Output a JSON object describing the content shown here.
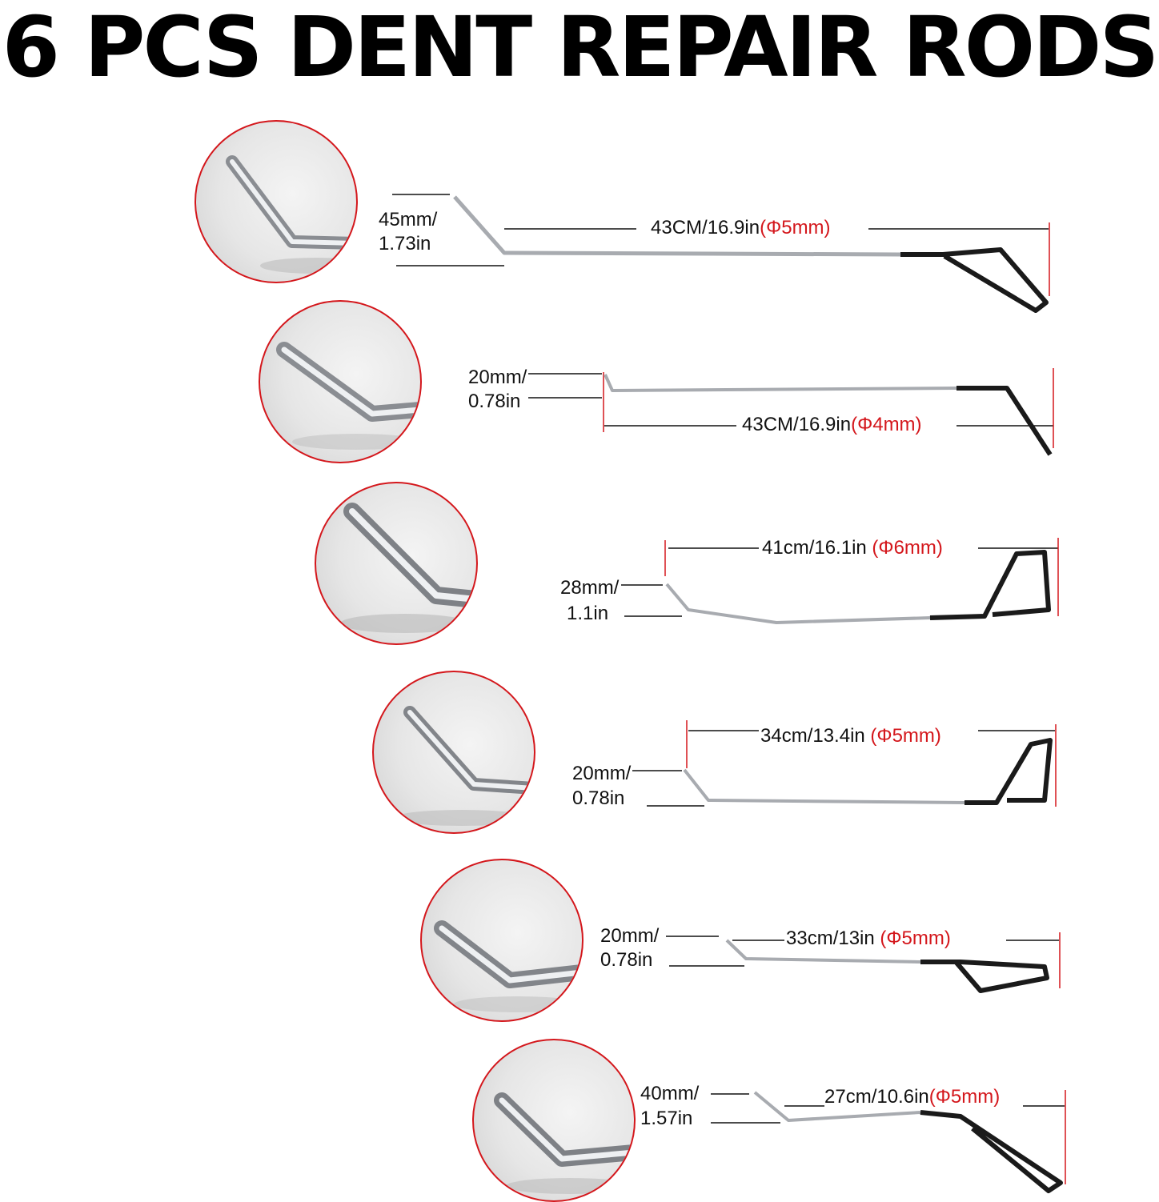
{
  "title": "6 PCS DENT REPAIR RODS",
  "colors": {
    "accent": "#d4171c",
    "handle": "#1a1a1a",
    "rod": "#b9bcc0"
  },
  "rods": [
    {
      "bend": "45mm/",
      "bend_in": "1.73in",
      "length": "43CM/16.9in",
      "diameter": "(Φ5mm)"
    },
    {
      "bend": "20mm/",
      "bend_in": "0.78in",
      "length": "43CM/16.9in",
      "diameter": "(Φ4mm)"
    },
    {
      "bend": "28mm/",
      "bend_in": "1.1in",
      "length": "41cm/16.1in",
      "diameter": "(Φ6mm)"
    },
    {
      "bend": "20mm/",
      "bend_in": "0.78in",
      "length": "34cm/13.4in",
      "diameter": "(Φ5mm)"
    },
    {
      "bend": "20mm/",
      "bend_in": "0.78in",
      "length": "33cm/13in",
      "diameter": "(Φ5mm)"
    },
    {
      "bend": "40mm/",
      "bend_in": "1.57in",
      "length": "27cm/10.6in",
      "diameter": "(Φ5mm)"
    }
  ]
}
